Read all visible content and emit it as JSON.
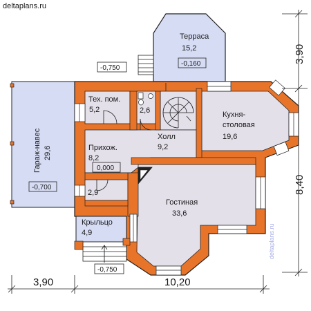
{
  "site": "deltaplans.ru",
  "colors": {
    "wall": "#e8742a",
    "window": "#ffffff",
    "room_grey": "#e4e0ea",
    "room_blue": "#d6dcf4",
    "outline": "#222222",
    "watermark": "#a7aee6"
  },
  "rooms": {
    "terrace": {
      "name": "Терраса",
      "area": "15,2"
    },
    "tech": {
      "name": "Тех. пом.",
      "area": "5,2"
    },
    "wc": {
      "area": "2,6"
    },
    "kitchen": {
      "name1": "Кухня-",
      "name2": "столовая",
      "area": "19,6"
    },
    "hall": {
      "name": "Холл",
      "area": "9,2"
    },
    "entry": {
      "name": "Прихож.",
      "area": "8,2"
    },
    "garage": {
      "name": "Гараж-навес",
      "area": "29,6"
    },
    "storage": {
      "area": "2,9"
    },
    "living": {
      "name": "Гостиная",
      "area": "33,6"
    },
    "porch": {
      "name": "Крыльцо",
      "area": "4,9"
    }
  },
  "levels": {
    "terrace": "-0,160",
    "top_left": "-0,750",
    "entry": "0,000",
    "garage": "-0,700",
    "bottom": "-0,750"
  },
  "dimensions": {
    "right_top": "3,90",
    "right_bottom": "8,40",
    "bottom_left": "3,90",
    "bottom_right": "10,20"
  },
  "watermark": "deltaplans.ru"
}
